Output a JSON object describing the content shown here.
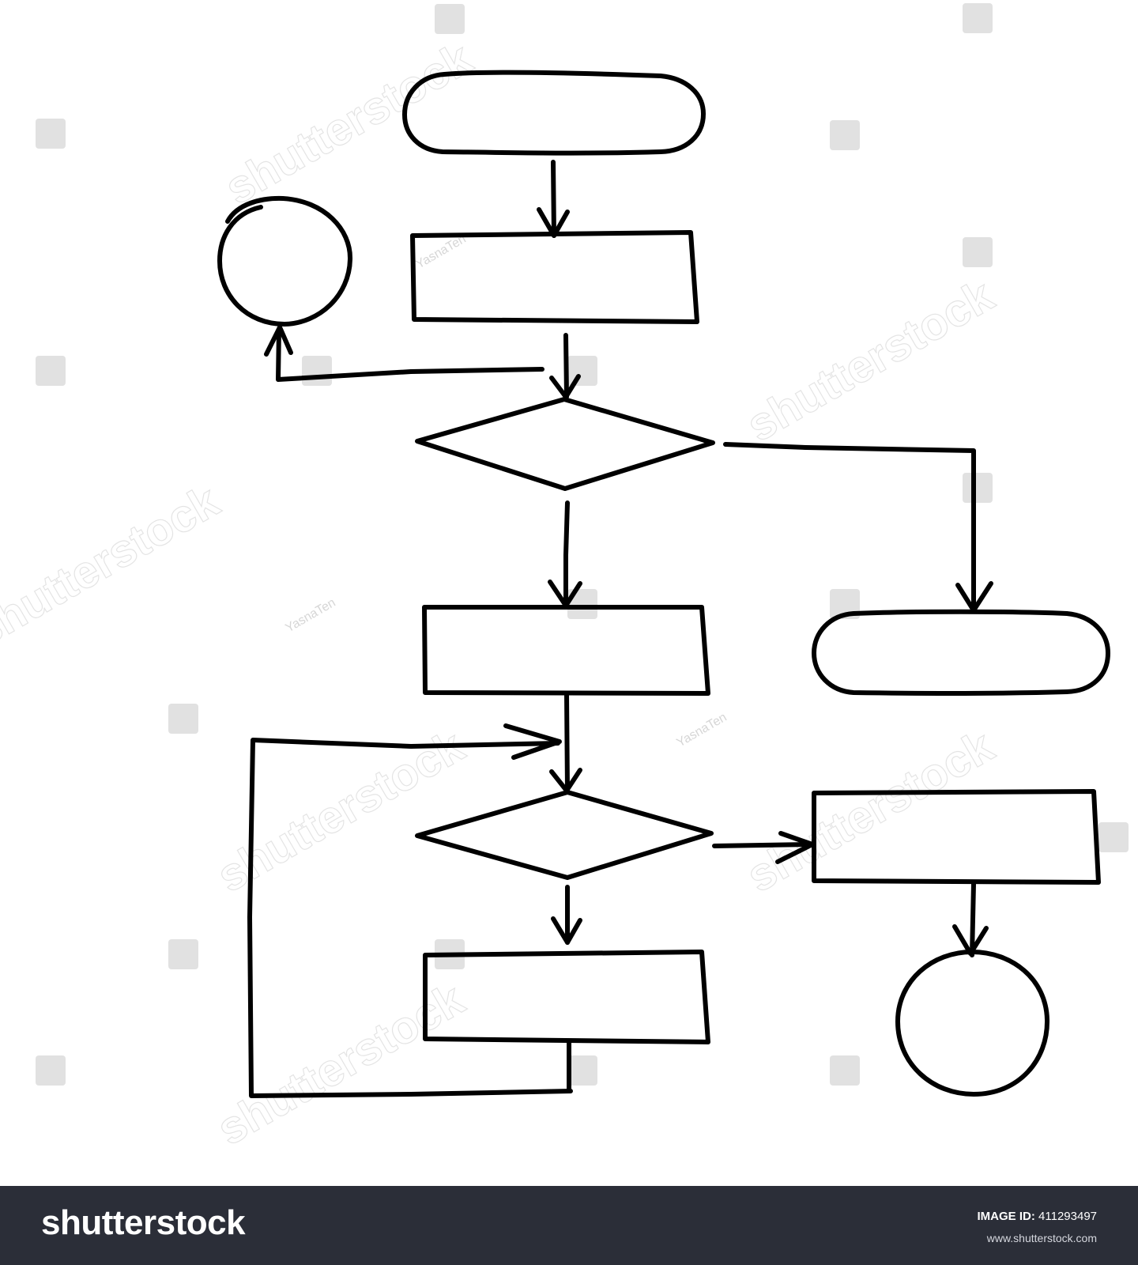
{
  "watermark": {
    "brand": "shutterstock",
    "author": "YasnaTen"
  },
  "footer": {
    "logo": "shutterstock",
    "image_id_label": "IMAGE ID:",
    "image_id": "411293497",
    "url": "www.shutterstock.com"
  },
  "colors": {
    "ink": "#000000",
    "background": "#ffffff",
    "footer_bg": "#2b2e38",
    "watermark": "#c9c9c9"
  },
  "diagram": {
    "style": "hand-drawn flowchart",
    "nodes": [
      {
        "id": "start",
        "shape": "terminator",
        "label": ""
      },
      {
        "id": "process-1",
        "shape": "process",
        "label": ""
      },
      {
        "id": "connector-left",
        "shape": "connector-circle",
        "label": ""
      },
      {
        "id": "decision-1",
        "shape": "decision",
        "label": ""
      },
      {
        "id": "end-right",
        "shape": "terminator",
        "label": ""
      },
      {
        "id": "process-2",
        "shape": "process",
        "label": ""
      },
      {
        "id": "decision-2",
        "shape": "decision",
        "label": ""
      },
      {
        "id": "process-right",
        "shape": "process",
        "label": ""
      },
      {
        "id": "process-3",
        "shape": "process",
        "label": ""
      },
      {
        "id": "connector-bottom",
        "shape": "connector-circle",
        "label": ""
      }
    ],
    "edges": [
      {
        "from": "start",
        "to": "process-1"
      },
      {
        "from": "process-1",
        "to": "decision-1"
      },
      {
        "from": "process-1",
        "to": "connector-left"
      },
      {
        "from": "decision-1",
        "to": "process-2"
      },
      {
        "from": "decision-1",
        "to": "end-right"
      },
      {
        "from": "process-2",
        "to": "decision-2"
      },
      {
        "from": "decision-2",
        "to": "process-right"
      },
      {
        "from": "decision-2",
        "to": "process-3"
      },
      {
        "from": "process-3",
        "to": "decision-2",
        "kind": "loop-back"
      },
      {
        "from": "process-right",
        "to": "connector-bottom"
      }
    ]
  }
}
